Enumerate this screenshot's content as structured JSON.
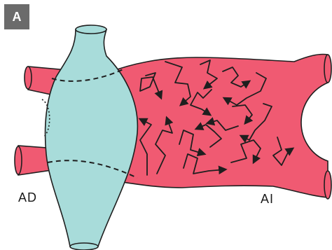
{
  "figure": {
    "panel_label": "A",
    "left_atrium_label": "AD",
    "right_atrium_label": "AI"
  },
  "colors": {
    "atrium_fill": "#f05a72",
    "vena_cava_fill": "#a8dcda",
    "stroke": "#1f1f1f",
    "badge": "#6b6b6b"
  }
}
